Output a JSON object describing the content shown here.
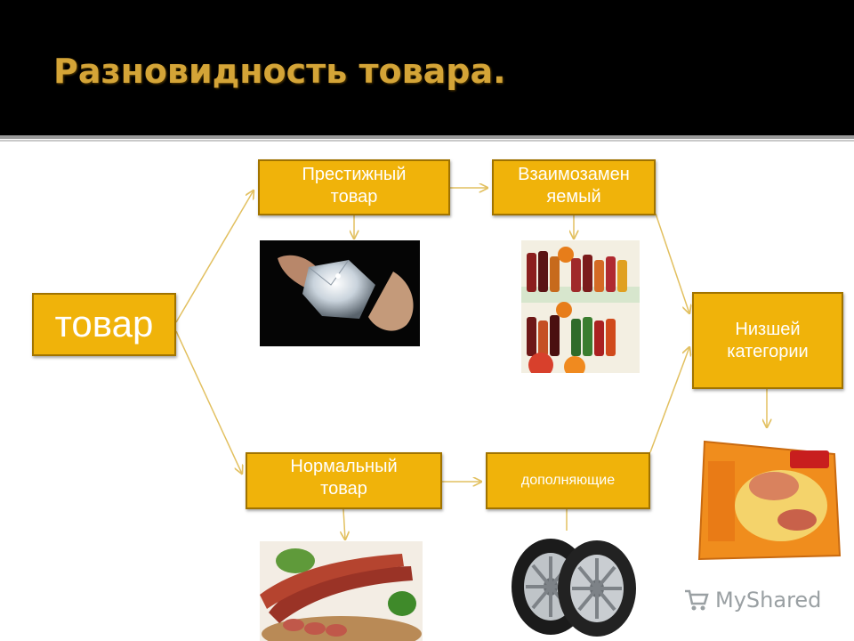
{
  "slide": {
    "title": "Разновидность товара."
  },
  "diagram": {
    "nodes": {
      "main": {
        "label": "товар"
      },
      "prestige": {
        "line1": "Престижный",
        "line2": "товар"
      },
      "substitute": {
        "line1": "Взаимозамен",
        "line2": "яемый"
      },
      "inferior": {
        "line1": "Низшей",
        "line2": "категории"
      },
      "normal": {
        "line1": "Нормальный",
        "line2": "товар"
      },
      "complement": {
        "label": "дополняющие"
      }
    },
    "images": [
      {
        "name": "diamond",
        "depicts": "diamond held between fingers"
      },
      {
        "name": "drinks",
        "depicts": "bottles of juice"
      },
      {
        "name": "noodles",
        "depicts": "instant noodle package"
      },
      {
        "name": "sausage",
        "depicts": "sausages on a board"
      },
      {
        "name": "tires",
        "depicts": "pair of car tires"
      }
    ],
    "colors": {
      "box_fill": "#f0b30a",
      "box_border": "#a07300",
      "arrow": "#e2c060",
      "title": "#d4a437",
      "header_bg": "#000000"
    }
  },
  "watermark": {
    "text": "MyShared"
  }
}
